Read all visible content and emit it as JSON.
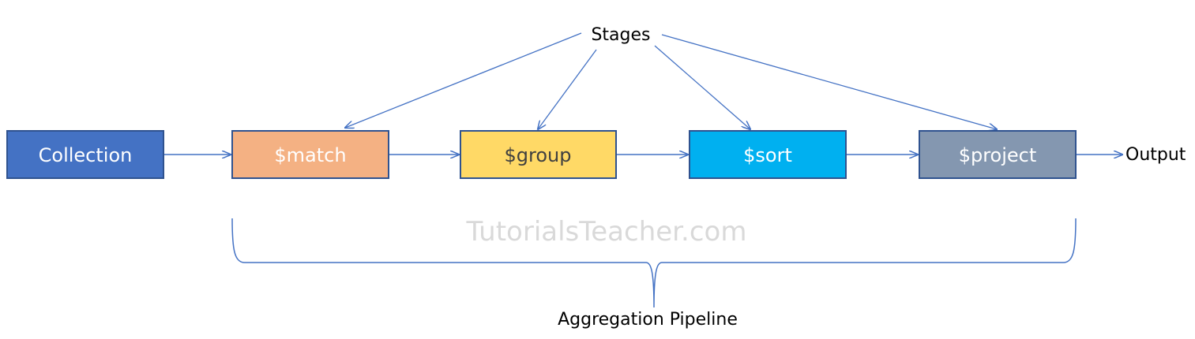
{
  "diagram": {
    "stages_label": "Stages",
    "output_label": "Output",
    "pipeline_label": "Aggregation Pipeline",
    "watermark": "TutorialsTeacher.com",
    "nodes": [
      {
        "id": "collection",
        "label": "Collection",
        "fill": "#4472C4",
        "text_color": "#FFFFFF",
        "border": "#2F528F"
      },
      {
        "id": "match",
        "label": "$match",
        "fill": "#F4B183",
        "text_color": "#FFFFFF",
        "border": "#2F528F"
      },
      {
        "id": "group",
        "label": "$group",
        "fill": "#FFD966",
        "text_color": "#404040",
        "border": "#2F528F"
      },
      {
        "id": "sort",
        "label": "$sort",
        "fill": "#00B0F0",
        "text_color": "#FFFFFF",
        "border": "#2F528F"
      },
      {
        "id": "project",
        "label": "$project",
        "fill": "#8497B0",
        "text_color": "#FFFFFF",
        "border": "#2F528F"
      }
    ],
    "colors": {
      "arrow": "#4472C4",
      "watermark": "#D9D9D9"
    }
  }
}
